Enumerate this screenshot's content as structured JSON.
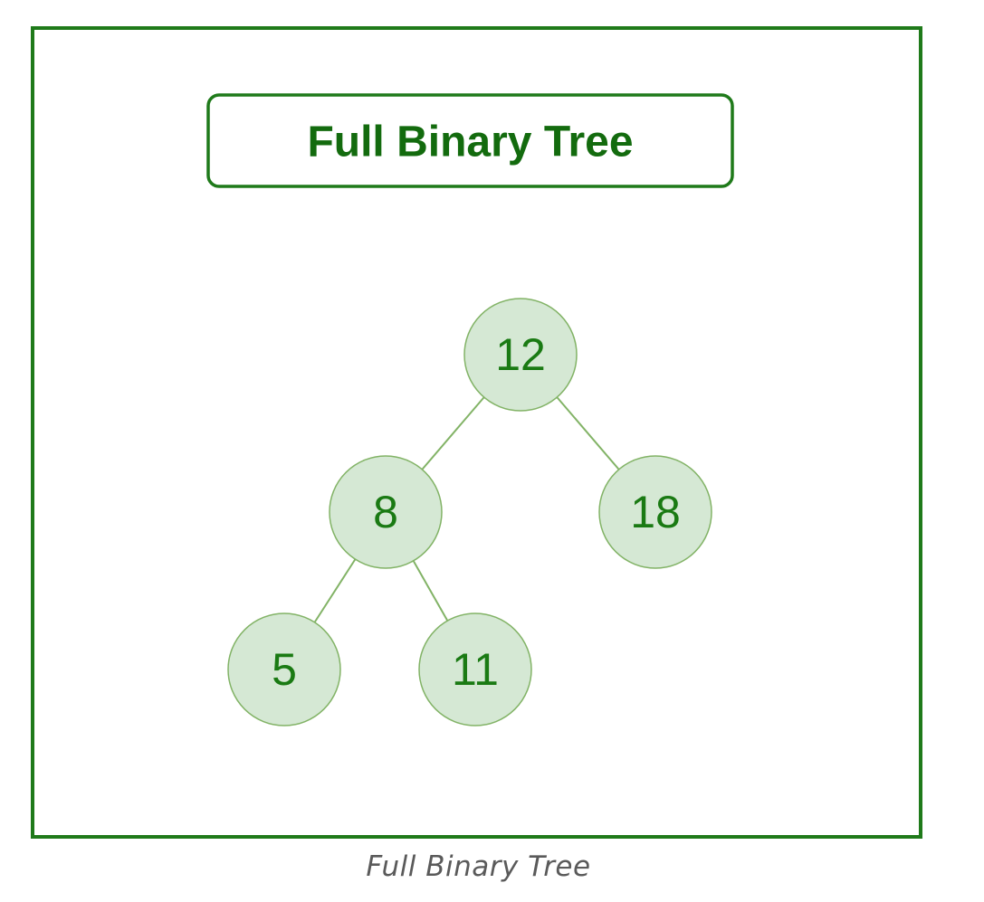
{
  "figure": {
    "title": "Full Binary Tree",
    "caption": "Full Binary Tree"
  },
  "tree": {
    "nodes": [
      {
        "id": "n12",
        "label": "12"
      },
      {
        "id": "n8",
        "label": "8"
      },
      {
        "id": "n18",
        "label": "18"
      },
      {
        "id": "n5",
        "label": "5"
      },
      {
        "id": "n11",
        "label": "11"
      }
    ],
    "edges": [
      {
        "from": "n12",
        "to": "n8"
      },
      {
        "from": "n12",
        "to": "n18"
      },
      {
        "from": "n8",
        "to": "n5"
      },
      {
        "from": "n8",
        "to": "n11"
      }
    ]
  },
  "colors": {
    "frame_border": "#1f7a1a",
    "title_border": "#1f7a1a",
    "title_text": "#136b0e",
    "node_fill": "#d5e8d4",
    "node_stroke": "#82b366",
    "node_text": "#1a7a13",
    "edge": "#82b366",
    "caption_text": "#5a5a5a"
  }
}
